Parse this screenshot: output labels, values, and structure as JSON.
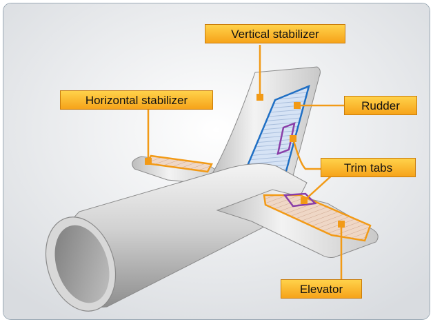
{
  "labels": {
    "vertical_stabilizer": "Vertical stabilizer",
    "horizontal_stabilizer": "Horizontal stabilizer",
    "rudder": "Rudder",
    "trim_tabs": "Trim tabs",
    "elevator": "Elevator"
  },
  "colors": {
    "label_fill": "#f6a31a",
    "leader_line": "#f29a16",
    "rudder_outline": "#1f6fc4",
    "trim_tab_outline": "#8a3ea8",
    "background_gradient": "#dfe2e6"
  }
}
